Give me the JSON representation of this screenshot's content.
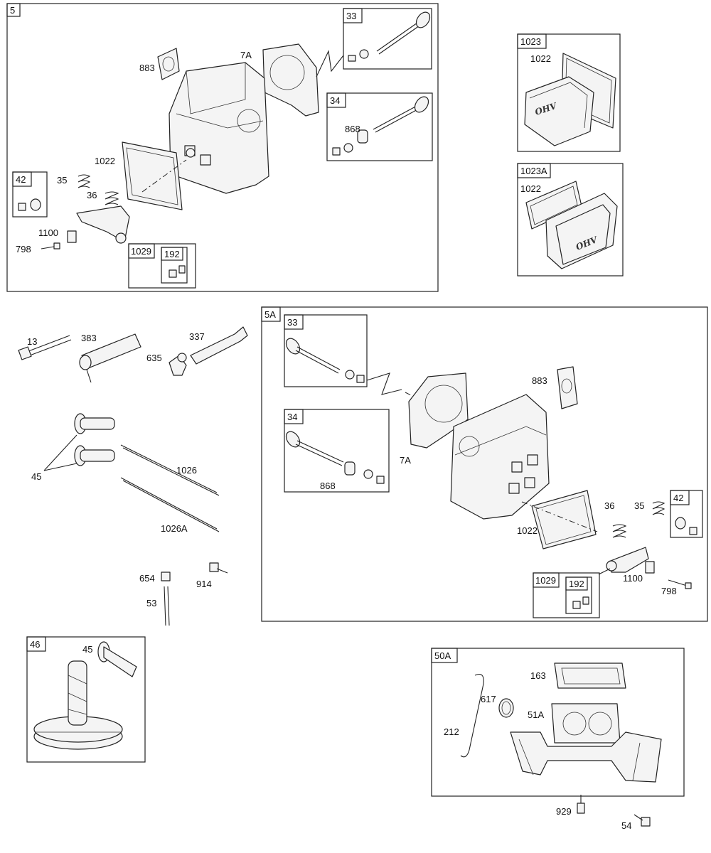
{
  "groups": {
    "g5": "5",
    "g33a": "33",
    "g34a": "34",
    "g42a": "42",
    "g1029a": "1029",
    "g192a": "192",
    "g1023": "1023",
    "g1023A": "1023A",
    "g5A": "5A",
    "g33b": "33",
    "g34b": "34",
    "g42b": "42",
    "g1029b": "1029",
    "g192b": "192",
    "g46": "46",
    "g50A": "50A"
  },
  "callouts": {
    "c883a": "883",
    "c7Aa": "7A",
    "c868a": "868",
    "c1022a": "1022",
    "c35a": "35",
    "c36a": "36",
    "c1100a": "1100",
    "c798a": "798",
    "c1022b": "1022",
    "c1022c": "1022",
    "c13": "13",
    "c383": "383",
    "c337": "337",
    "c635": "635",
    "c45a": "45",
    "c1026": "1026",
    "c1026A": "1026A",
    "c654": "654",
    "c914": "914",
    "c53": "53",
    "c883b": "883",
    "c7Ab": "7A",
    "c868b": "868",
    "c1022d": "1022",
    "c36b": "36",
    "c35b": "35",
    "c1100b": "1100",
    "c798b": "798",
    "c45b": "45",
    "c163": "163",
    "c617": "617",
    "c51A": "51A",
    "c212": "212",
    "c929": "929",
    "c54": "54"
  },
  "logos": {
    "ohv1": "OHV",
    "ohv2": "OHV"
  }
}
